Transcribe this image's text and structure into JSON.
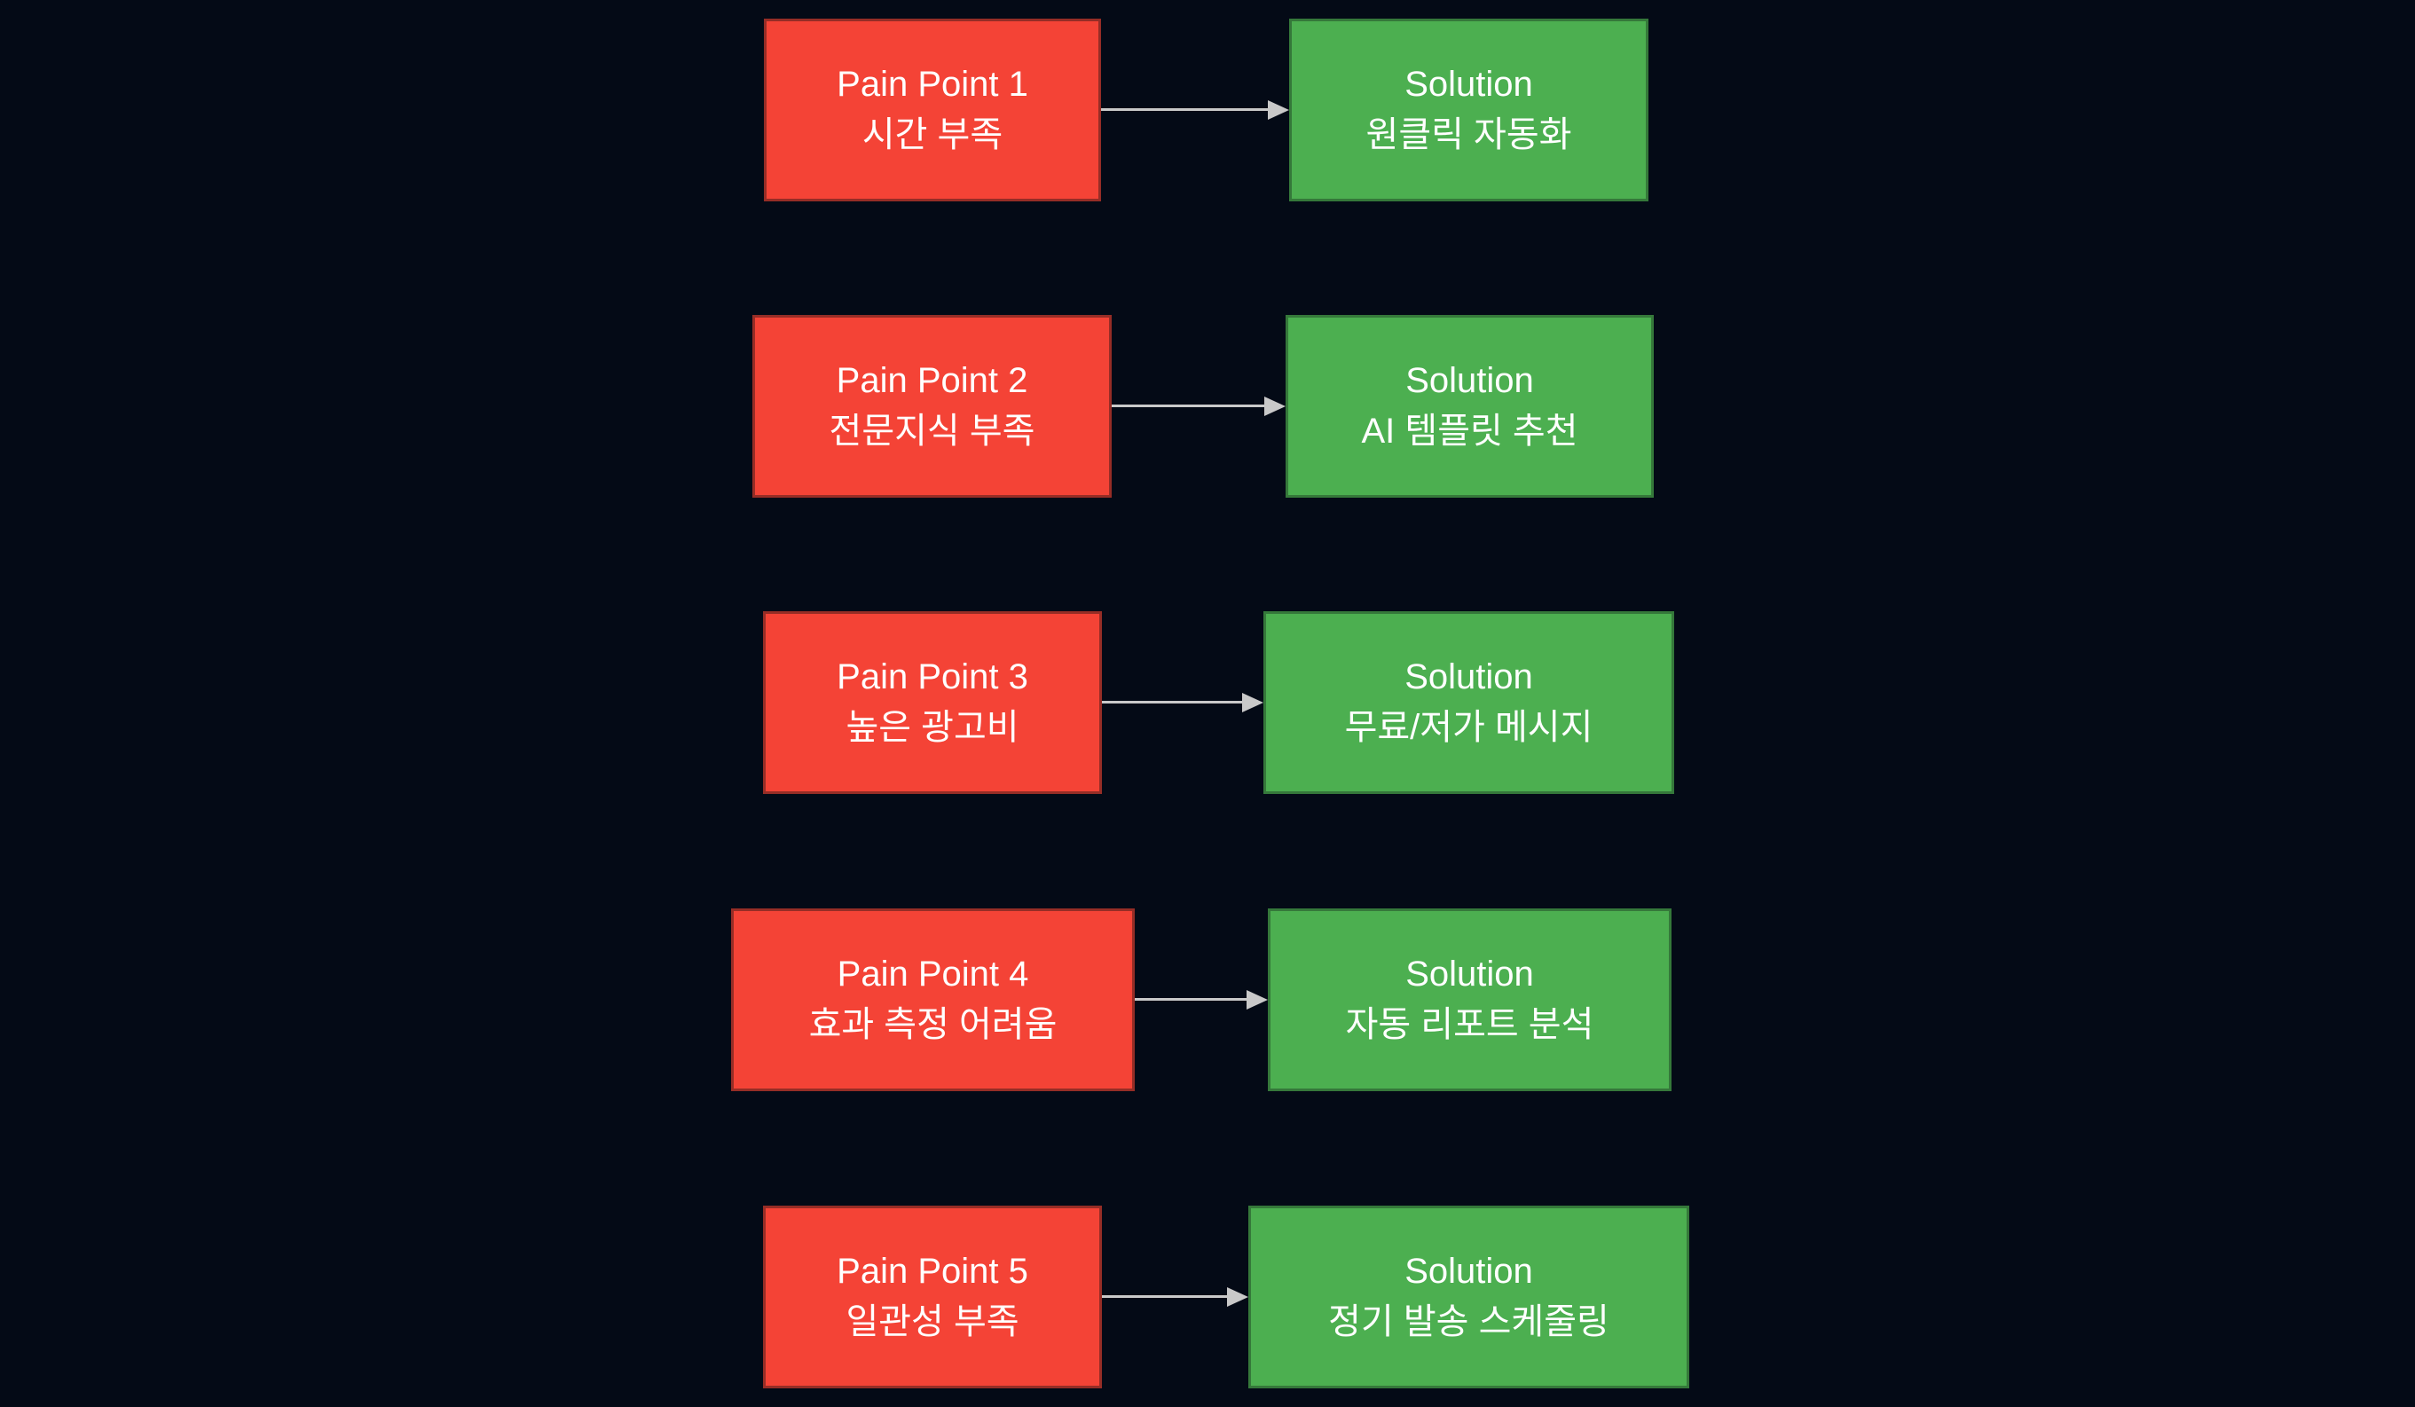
{
  "diagram": {
    "type": "pain-point-to-solution-mapping",
    "colors": {
      "background": "#040a16",
      "pain_fill": "#f44336",
      "pain_border": "#962d26",
      "solution_fill": "#4caf50",
      "solution_border": "#35783a",
      "arrow": "#c9c9c9",
      "text": "#ffffff"
    },
    "rows": [
      {
        "pain": {
          "title": "Pain Point 1",
          "subtitle": "시간 부족"
        },
        "solution": {
          "title": "Solution",
          "subtitle": "원클릭 자동화"
        }
      },
      {
        "pain": {
          "title": "Pain Point 2",
          "subtitle": "전문지식 부족"
        },
        "solution": {
          "title": "Solution",
          "subtitle": "AI 템플릿 추천"
        }
      },
      {
        "pain": {
          "title": "Pain Point 3",
          "subtitle": "높은 광고비"
        },
        "solution": {
          "title": "Solution",
          "subtitle": "무료/저가 메시지"
        }
      },
      {
        "pain": {
          "title": "Pain Point 4",
          "subtitle": "효과 측정 어려움"
        },
        "solution": {
          "title": "Solution",
          "subtitle": "자동 리포트 분석"
        }
      },
      {
        "pain": {
          "title": "Pain Point 5",
          "subtitle": "일관성 부족"
        },
        "solution": {
          "title": "Solution",
          "subtitle": "정기 발송 스케줄링"
        }
      }
    ]
  }
}
